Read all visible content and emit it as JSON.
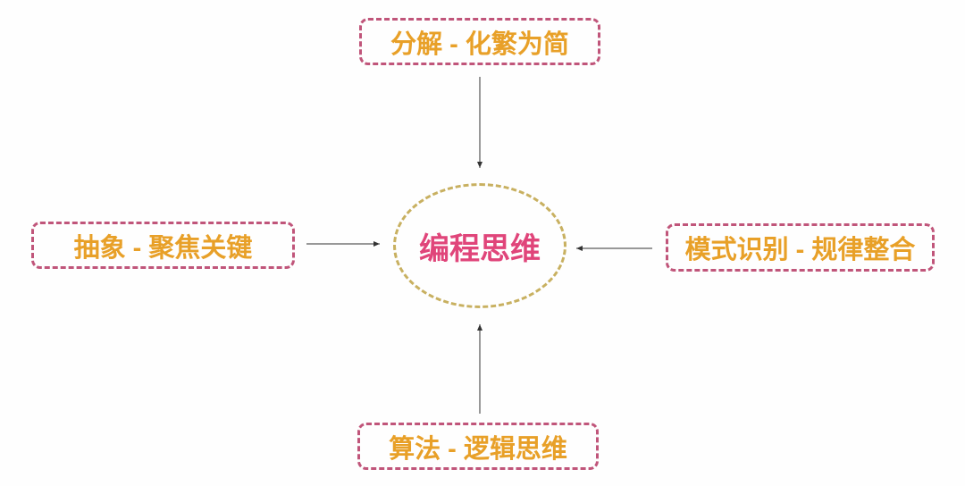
{
  "diagram": {
    "center": "编程思维",
    "top": "分解 - 化繁为简",
    "left": "抽象 - 聚焦关键",
    "right": "模式识别 - 规律整合",
    "bottom": "算法 - 逻辑思维"
  },
  "colors": {
    "box_border": "#c0557a",
    "box_text": "#e8a028",
    "center_border": "#c8b060",
    "center_text": "#e0457a",
    "arrow": "#333333"
  }
}
